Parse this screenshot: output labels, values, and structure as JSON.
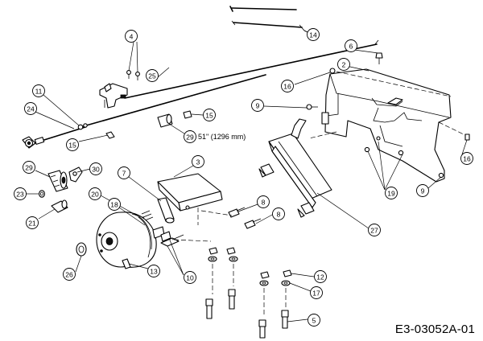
{
  "diagram_code": "E3-03052A-01",
  "cable_note": "51\" (1296 mm)",
  "callouts": [
    {
      "id": "c14",
      "label": "14"
    },
    {
      "id": "c4",
      "label": "4"
    },
    {
      "id": "c6",
      "label": "6"
    },
    {
      "id": "c2",
      "label": "2"
    },
    {
      "id": "c25",
      "label": "25"
    },
    {
      "id": "c16a",
      "label": "16"
    },
    {
      "id": "c11",
      "label": "11"
    },
    {
      "id": "c9a",
      "label": "9"
    },
    {
      "id": "c24",
      "label": "24"
    },
    {
      "id": "c15a",
      "label": "15"
    },
    {
      "id": "c29a",
      "label": "29"
    },
    {
      "id": "c15b",
      "label": "15"
    },
    {
      "id": "c16b",
      "label": "16"
    },
    {
      "id": "c29b",
      "label": "29"
    },
    {
      "id": "c30",
      "label": "30"
    },
    {
      "id": "c7",
      "label": "7"
    },
    {
      "id": "c3",
      "label": "3"
    },
    {
      "id": "c23",
      "label": "23"
    },
    {
      "id": "c20",
      "label": "20"
    },
    {
      "id": "c18",
      "label": "18"
    },
    {
      "id": "c8a",
      "label": "8"
    },
    {
      "id": "c19",
      "label": "19"
    },
    {
      "id": "c9b",
      "label": "9"
    },
    {
      "id": "c21",
      "label": "21"
    },
    {
      "id": "c8b",
      "label": "8"
    },
    {
      "id": "c27",
      "label": "27"
    },
    {
      "id": "c26",
      "label": "26"
    },
    {
      "id": "c13",
      "label": "13"
    },
    {
      "id": "c10",
      "label": "10"
    },
    {
      "id": "c12",
      "label": "12"
    },
    {
      "id": "c17",
      "label": "17"
    },
    {
      "id": "c5",
      "label": "5"
    }
  ]
}
